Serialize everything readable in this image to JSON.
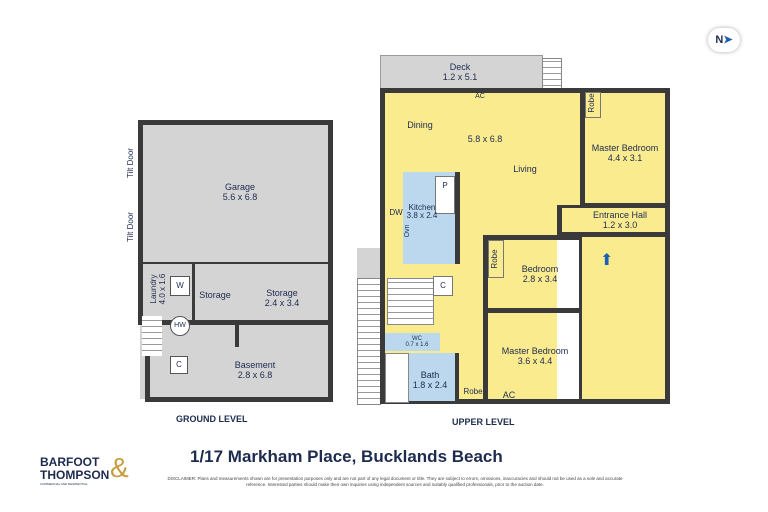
{
  "title": "1/17 Markham Place, Bucklands Beach",
  "compass": {
    "label": "N",
    "icon": "north-arrow-icon"
  },
  "brand": {
    "line1": "BARFOOT",
    "ampersand": "&",
    "line2": "THOMPSON",
    "tagline": "COMMERCIAL AND RESIDENTIAL",
    "color": "#1d2b4f",
    "accent": "#c89b3c"
  },
  "ground_level": {
    "label": "GROUND LEVEL",
    "rooms": [
      {
        "name": "Garage",
        "size": "5.6 x 6.8"
      },
      {
        "name": "Storage",
        "size": ""
      },
      {
        "name": "Storage",
        "size": "2.4 x 3.4"
      },
      {
        "name": "Basement",
        "size": "2.8 x 6.8"
      },
      {
        "name": "Laundry",
        "size": "4.0 x 1.6"
      }
    ],
    "tilt_door_1": "Tilt Door",
    "tilt_door_2": "Tilt Door",
    "w": "W",
    "hw": "HW",
    "c": "C"
  },
  "upper_level": {
    "label": "UPPER LEVEL",
    "rooms": [
      {
        "name": "Deck",
        "size": "1.2 x 5.1"
      },
      {
        "name": "Dining",
        "size": ""
      },
      {
        "name": "Living",
        "size": "5.8 x 6.8"
      },
      {
        "name": "Master Bedroom",
        "size": "4.4 x 3.1"
      },
      {
        "name": "Entrance Hall",
        "size": "1.2 x 3.0"
      },
      {
        "name": "Kitchen",
        "size": "3.8 x 2.4"
      },
      {
        "name": "Bedroom",
        "size": "2.8 x 3.4"
      },
      {
        "name": "Master Bedroom",
        "size": "3.6 x 4.4"
      },
      {
        "name": "WC",
        "size": "0.7 x 1.6"
      },
      {
        "name": "Bath",
        "size": "1.8 x 2.4"
      }
    ],
    "ac1": "AC",
    "ac2": "AC",
    "robe1": "Robe",
    "robe2": "Robe",
    "robe3": "Robe",
    "p": "P",
    "c": "C",
    "dw": "DW",
    "oven": "Ovn"
  },
  "disclaimer": "DISCLAIMER: Plans and measurements shown are for presentation purposes only and are not part of any legal document or title. They are subject to errors, omissions, inaccuracies and should not be used as a sole and accurate reference. Interested parties should make their own inquiries using independent sources and suitably qualified professionals, prior to the auction date."
}
